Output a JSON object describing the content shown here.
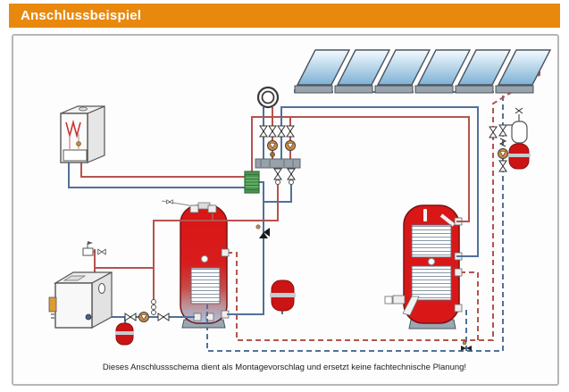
{
  "header": {
    "title": "Anschlussbeispiel"
  },
  "caption": {
    "text": "Dieses Anschlussschema dient als Montagevorschlag und ersetzt keine fachtechnische Planung!"
  },
  "colors": {
    "header_bg": "#E8890E",
    "header_text": "#FFFFFF",
    "pipe_hot_red": "#B5534C",
    "pipe_cold_blue": "#527099",
    "tank_red": "#DB1717",
    "collector_glass_blue": "#7EB1D5",
    "plate_heat_exchanger_green": "#5FAE64",
    "pump_orange": "#D08A3E",
    "expansion_vessel_red": "#CC1414",
    "manifold_gray": "#98A0A8"
  },
  "components": [
    {
      "name": "solar-collector-array",
      "panels": 6
    },
    {
      "name": "wall-mounted-boiler"
    },
    {
      "name": "floor-standing-boiler"
    },
    {
      "name": "buffer-storage-tank-with-coil"
    },
    {
      "name": "dhw-storage-tank-with-two-coils"
    },
    {
      "name": "plate-heat-exchanger"
    },
    {
      "name": "heating-circuit-manifold"
    },
    {
      "name": "heating-circuit-symbol"
    },
    {
      "name": "circulation-pump",
      "count": 4
    },
    {
      "name": "expansion-vessel",
      "count": 3
    },
    {
      "name": "solar-pump-station"
    },
    {
      "name": "mixing-valve"
    },
    {
      "name": "safety-group"
    }
  ]
}
